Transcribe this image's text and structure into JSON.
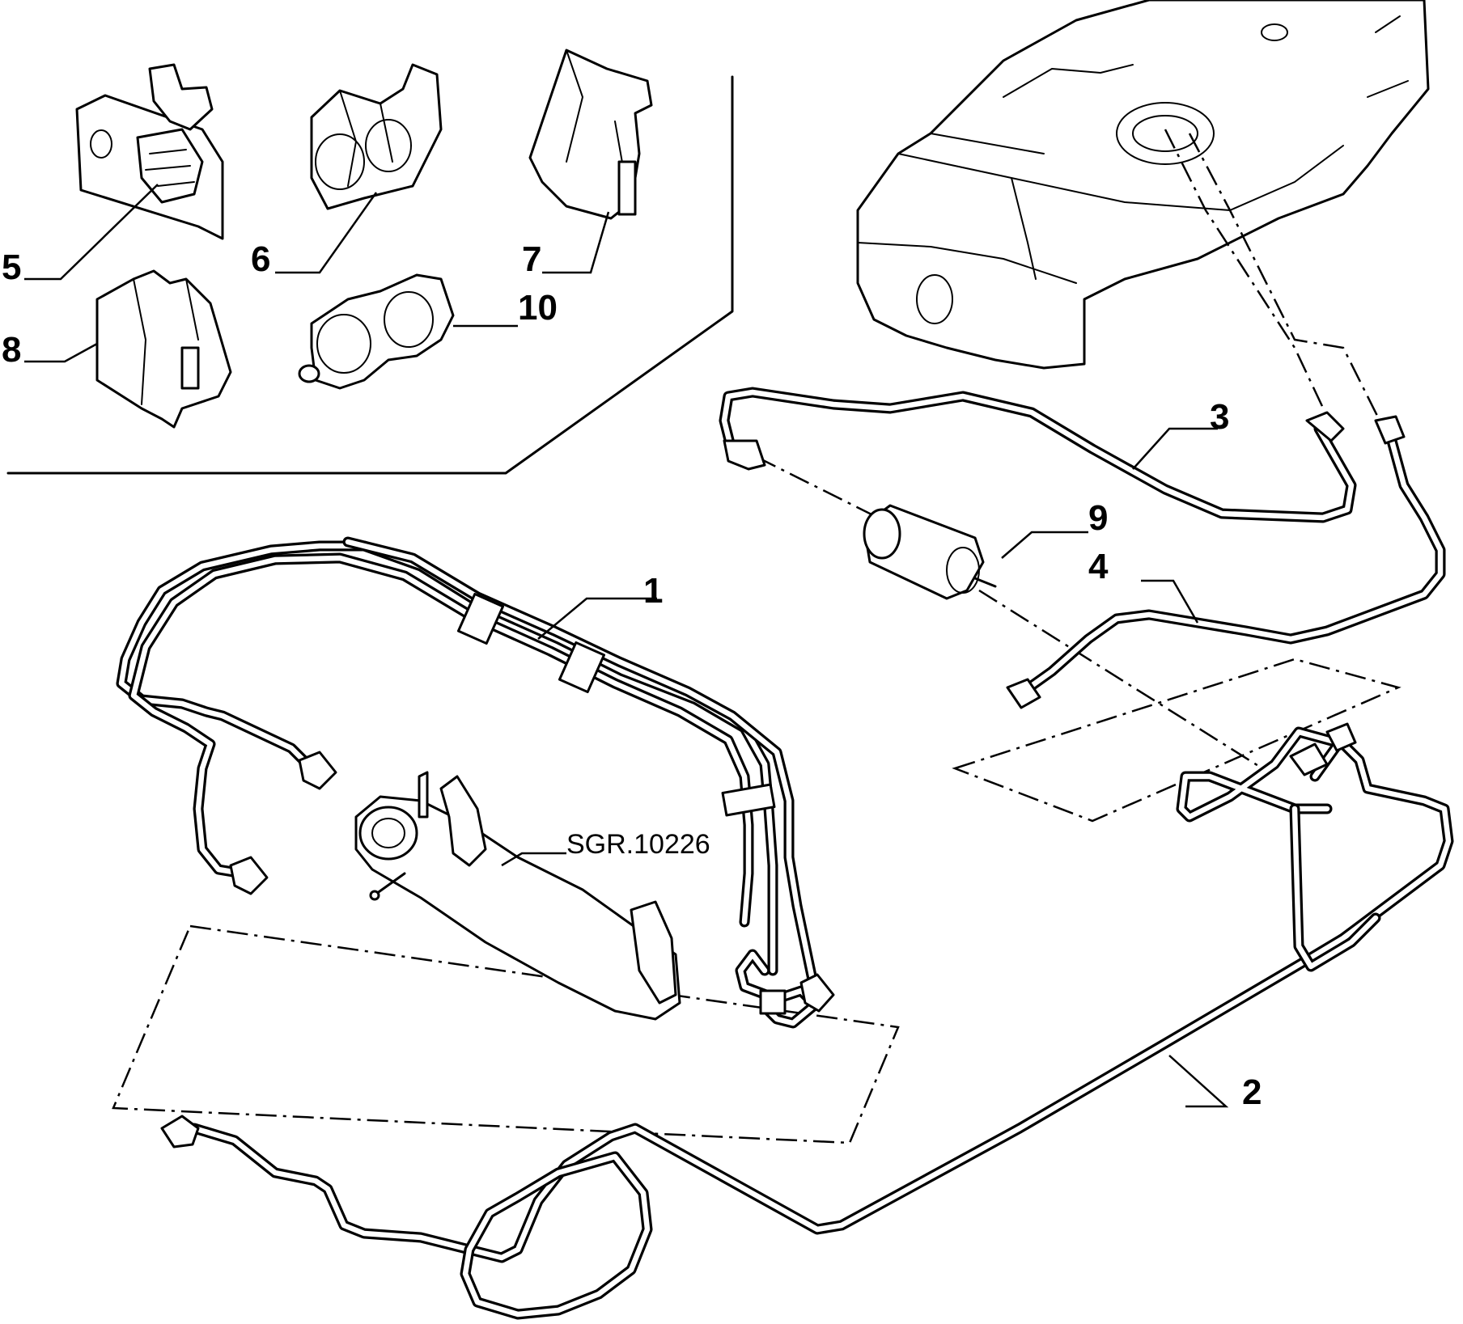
{
  "callouts": {
    "c1": "1",
    "c2": "2",
    "c3": "3",
    "c4": "4",
    "c5": "5",
    "c6": "6",
    "c7": "7",
    "c8": "8",
    "c9": "9",
    "c10": "10"
  },
  "reference": "SGR.10226"
}
